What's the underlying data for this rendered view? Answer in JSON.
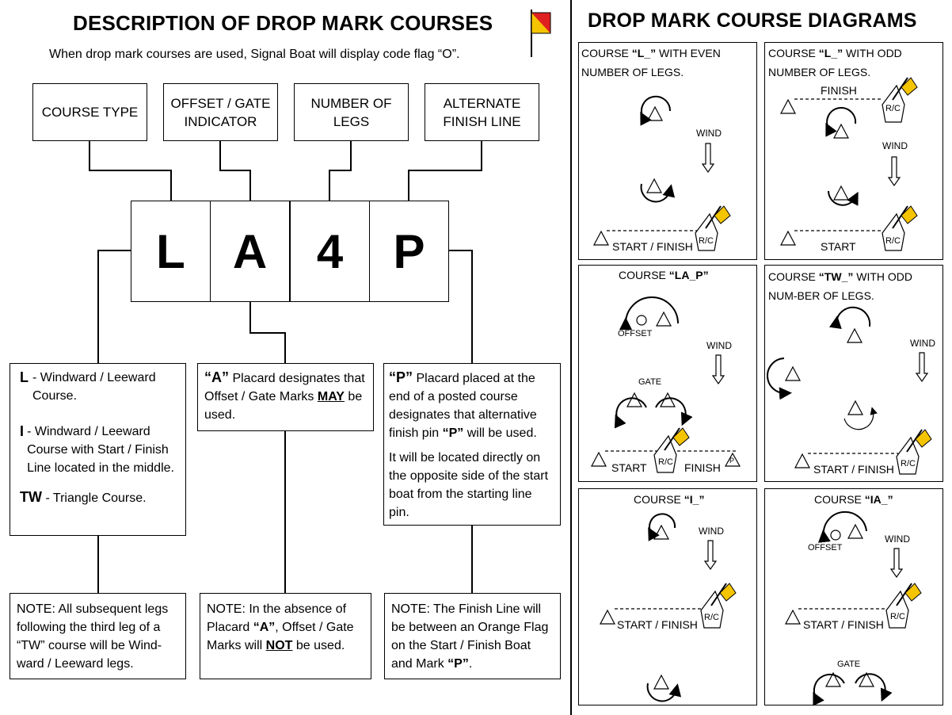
{
  "left": {
    "title": "DESCRIPTION OF DROP MARK COURSES",
    "subtitle": "When drop mark courses are used, Signal Boat will display code flag “O”.",
    "headers": [
      "COURSE TYPE",
      "OFFSET / GATE INDICATOR",
      "NUMBER OF LEGS",
      "ALTERNATE FINISH LINE"
    ],
    "letters": [
      "L",
      "A",
      "4",
      "P"
    ],
    "desc_course": {
      "l_key": "L",
      "l_text": "- Windward / Leeward Course.",
      "i_key": "I",
      "i_text": "- Windward / Leeward Course with Start / Finish Line located in the middle.",
      "tw_key": "TW",
      "tw_text": "- Triangle Course."
    },
    "desc_a": {
      "key": "“A”",
      "text1": "Placard designates that Offset / Gate Marks",
      "emph": "MAY",
      "text2": "be used."
    },
    "desc_p": {
      "key": "“P”",
      "text1": "Placard placed at the end of a posted course designates that alternative finish pin",
      "emph": "“P”",
      "text2": "will be used.",
      "text3": "It will be located directly on the opposite side of the start boat from the starting line pin."
    },
    "note1": "NOTE: All subsequent legs following the third leg of  a “TW” course will be Wind-ward / Leeward legs.",
    "note2": {
      "p1": "NOTE: In the absence of Placard",
      "emph1": "“A”",
      "p2": ",  Offset / Gate Marks will",
      "emph2": "NOT",
      "p3": "be used."
    },
    "note3": {
      "p1": "NOTE: The Finish Line will be between an Orange Flag on the Start / Finish Boat and Mark",
      "emph": "“P”",
      "p2": "."
    }
  },
  "right": {
    "title": "DROP MARK COURSE DIAGRAMS",
    "labels": {
      "wind": "WIND",
      "start_finish": "START / FINISH",
      "start": "START",
      "finish": "FINISH",
      "rc": "R/C",
      "offset": "OFFSET",
      "gate": "GATE",
      "p": "P"
    },
    "cards": [
      {
        "pre": "COURSE ",
        "code": "“L_”",
        "post": " WITH EVEN NUMBER OF LEGS."
      },
      {
        "pre": "COURSE ",
        "code": "“L_”",
        "post": " WITH ODD NUMBER OF LEGS."
      },
      {
        "pre": "COURSE ",
        "code": "“LA_P”",
        "post": ""
      },
      {
        "pre": "COURSE ",
        "code": "“TW_”",
        "post": " WITH ODD NUM-BER OF LEGS."
      },
      {
        "pre": "COURSE ",
        "code": "“I_”",
        "post": ""
      },
      {
        "pre": "COURSE ",
        "code": "“IA_”",
        "post": ""
      }
    ]
  },
  "colors": {
    "flag_yellow": "#f5c400",
    "flag_red": "#e02020",
    "line": "#000000"
  }
}
